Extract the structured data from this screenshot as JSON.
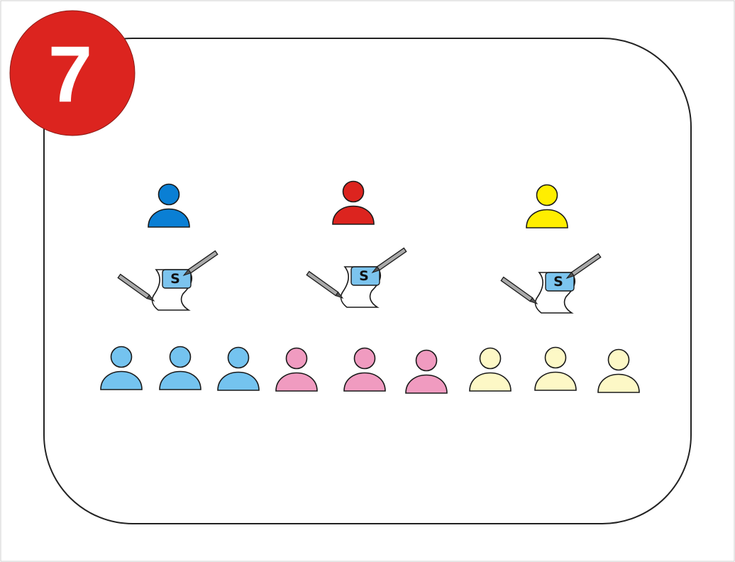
{
  "badge": {
    "number": "7",
    "fill": "#dc241f",
    "text_color": "#ffffff"
  },
  "colors": {
    "outline": "#1a1a1a",
    "frame_stroke": "#222222",
    "document_label_fill": "#7cc4ee",
    "pen_fill": "#a9a9a9"
  },
  "leaders": [
    {
      "color": "#0a7fd4",
      "document_letter": "S"
    },
    {
      "color": "#dc241f",
      "document_letter": "S"
    },
    {
      "color": "#ffee00",
      "document_letter": "S"
    }
  ],
  "members": [
    {
      "color": "#74c3ef"
    },
    {
      "color": "#74c3ef"
    },
    {
      "color": "#74c3ef"
    },
    {
      "color": "#f09bc0"
    },
    {
      "color": "#f09bc0"
    },
    {
      "color": "#f09bc0"
    },
    {
      "color": "#fdf8c6"
    },
    {
      "color": "#fdf8c6"
    },
    {
      "color": "#fdf8c6"
    }
  ]
}
